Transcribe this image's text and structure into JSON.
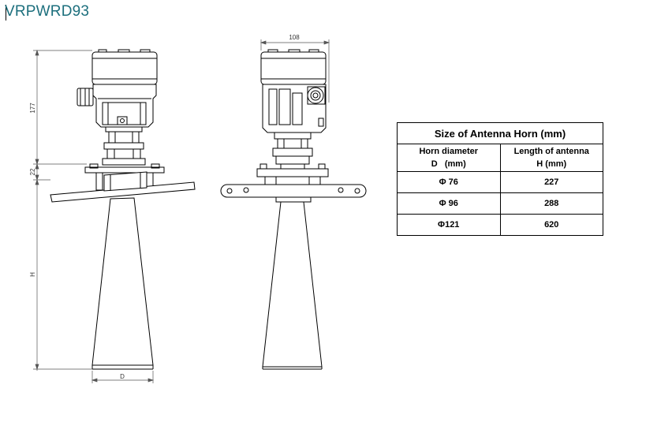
{
  "title": "VRPWRD93",
  "dimensions": {
    "top_width": "108",
    "housing_height": "177",
    "flange_height": "22",
    "horn_length": "H",
    "horn_diameter": "D"
  },
  "table": {
    "title": "Size of Antenna Horn (mm)",
    "headers": [
      {
        "line1": "Horn diameter",
        "line2": "D   (mm)"
      },
      {
        "line1": "Length of antenna",
        "line2": "H (mm)"
      }
    ],
    "rows": [
      [
        "Φ 76",
        "227"
      ],
      [
        "Φ 96",
        "288"
      ],
      [
        "Φ121",
        "620"
      ]
    ]
  }
}
